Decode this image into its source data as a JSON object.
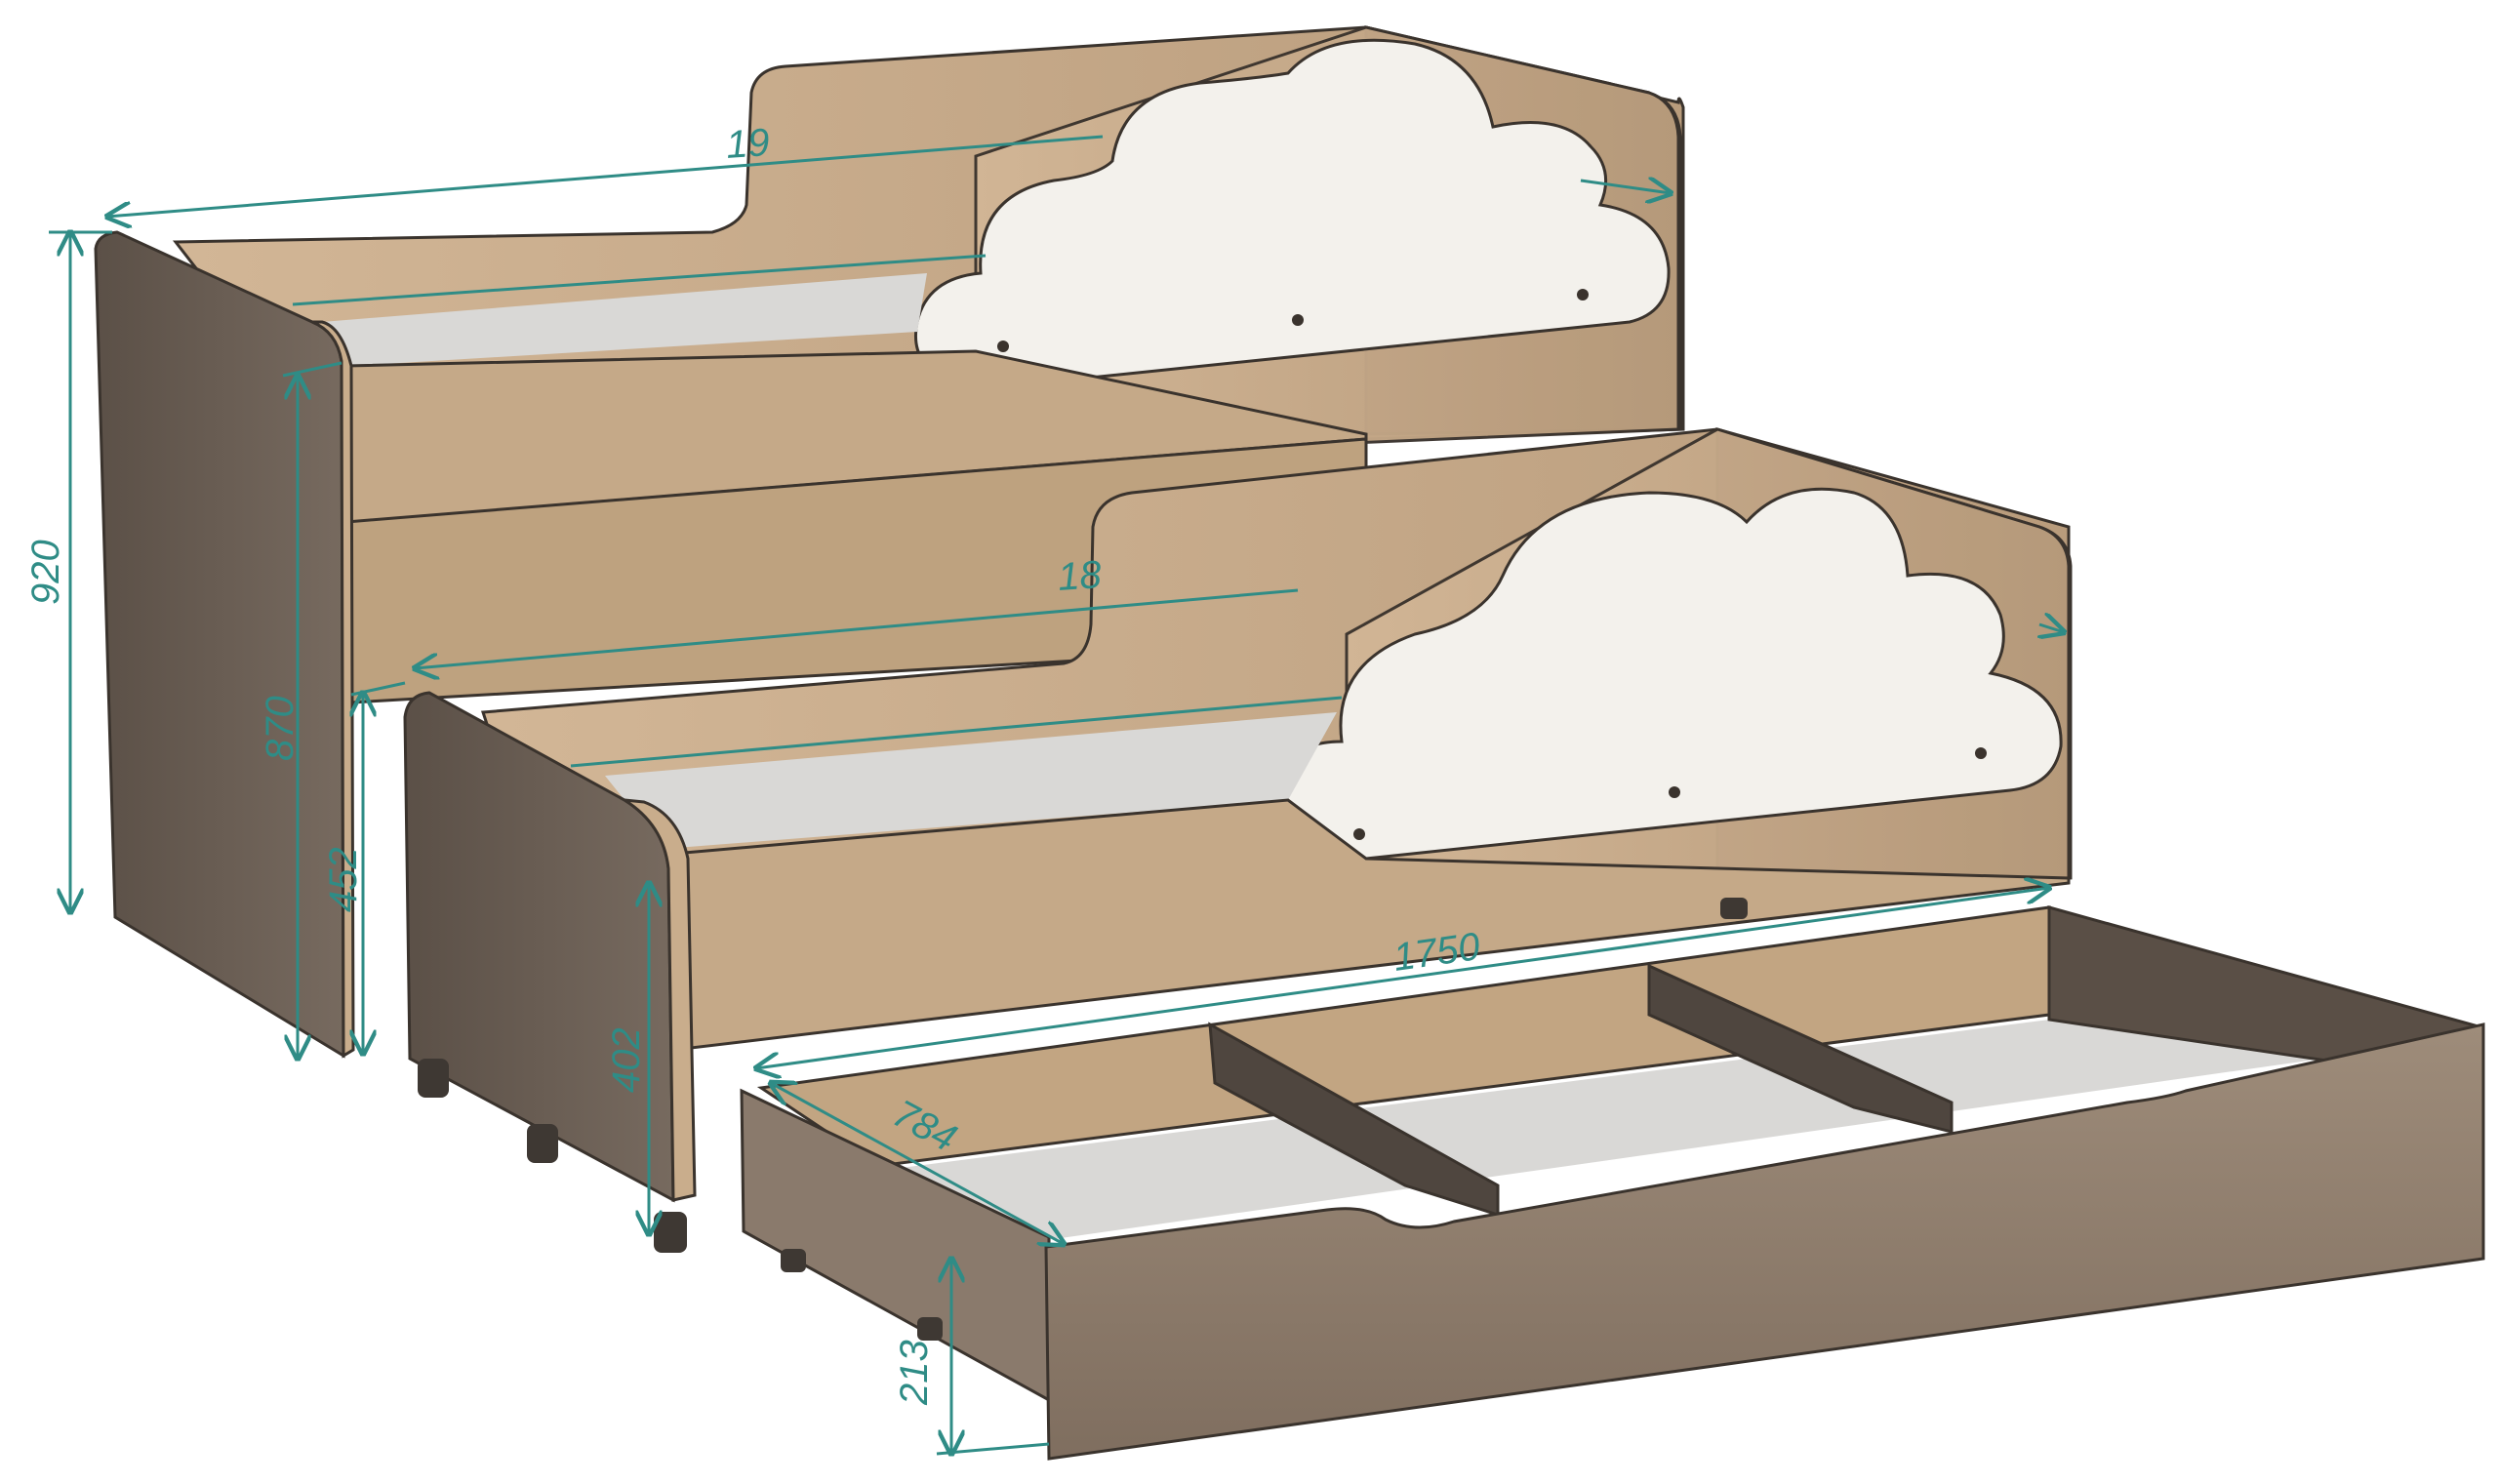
{
  "dimensions": {
    "overall_height": "920",
    "upper_bed_side_height": "870",
    "lower_bed_height": "452",
    "lower_bed_side_height": "402",
    "drawer_height": "213",
    "drawer_length": "1750",
    "drawer_depth": "784",
    "upper_length_partial": "19",
    "lower_length_partial": "18"
  },
  "colors": {
    "oak_light": "#c9ad8c",
    "oak_mid": "#b89a79",
    "dark_wood": "#6e6157",
    "dark_wood_shadow": "#584d44",
    "cloud_white": "#f3f1ec",
    "mattress_gray": "#d9d8d6",
    "dimension_teal": "#2f8c86",
    "edge": "#3a332d"
  }
}
